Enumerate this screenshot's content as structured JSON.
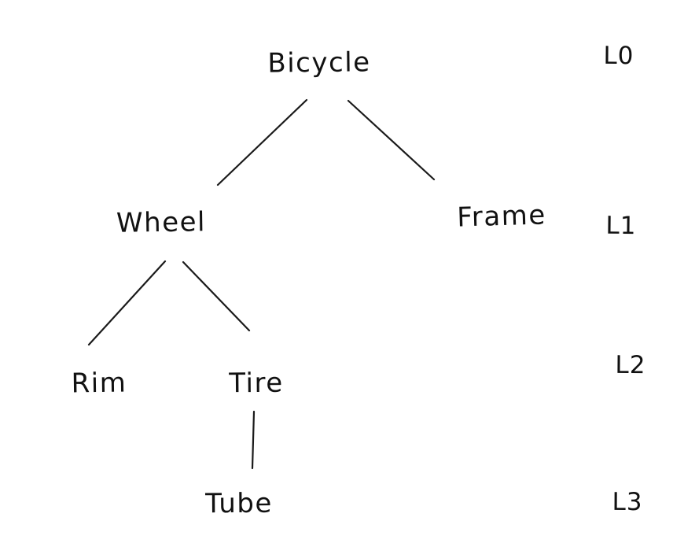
{
  "diagram": {
    "type": "tree",
    "nodes": [
      {
        "id": "bicycle",
        "label": "Bicycle",
        "level": 0
      },
      {
        "id": "wheel",
        "label": "Wheel",
        "level": 1
      },
      {
        "id": "frame",
        "label": "Frame",
        "level": 1
      },
      {
        "id": "rim",
        "label": "Rim",
        "level": 2
      },
      {
        "id": "tire",
        "label": "Tire",
        "level": 2
      },
      {
        "id": "tube",
        "label": "Tube",
        "level": 3
      }
    ],
    "edges": [
      {
        "from": "Bicycle",
        "to": "Wheel"
      },
      {
        "from": "Bicycle",
        "to": "Frame"
      },
      {
        "from": "Wheel",
        "to": "Rim"
      },
      {
        "from": "Wheel",
        "to": "Tire"
      },
      {
        "from": "Tire",
        "to": "Tube"
      }
    ],
    "level_labels": [
      "L0",
      "L1",
      "L2",
      "L3"
    ],
    "colors": {
      "ink": "#1a1a1a",
      "background": "#ffffff"
    }
  }
}
